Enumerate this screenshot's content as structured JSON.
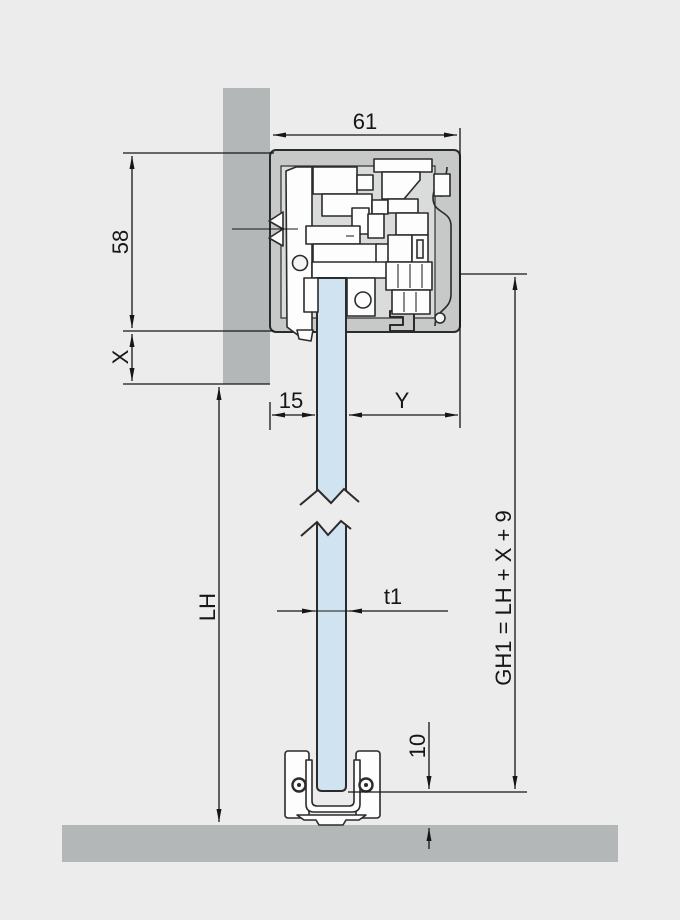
{
  "diagram": {
    "labels": {
      "track_width": "61",
      "profile_height": "58",
      "x_offset": "X",
      "wall_clearance": "15",
      "y_clearance": "Y",
      "clear_height": "LH",
      "glass_thickness": "t1",
      "floor_gap": "10",
      "glass_height_formula": "GH1 = LH + X + 9"
    },
    "colors": {
      "background": "#ececec",
      "wall": "#b4b7b8",
      "floor": "#b4b7b8",
      "metal": "#c7c9c9",
      "cavity": "#dadbdb",
      "part_white": "#fdfdfd",
      "glass": "#cfe3f0",
      "line": "#161616"
    }
  }
}
